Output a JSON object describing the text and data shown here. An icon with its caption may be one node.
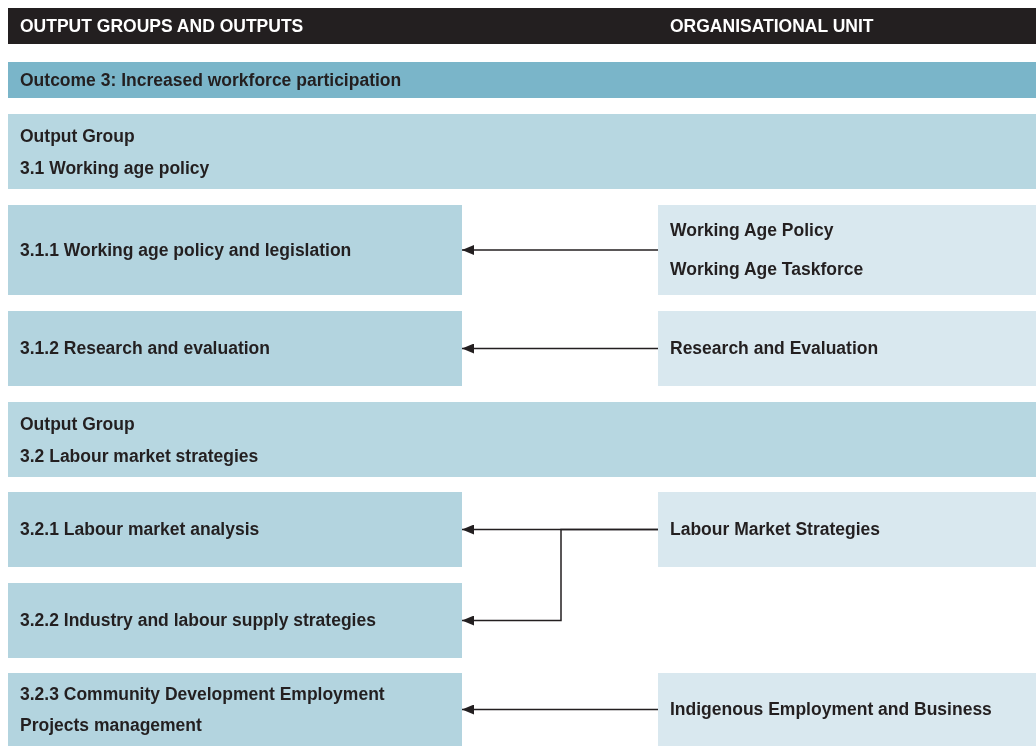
{
  "diagram": {
    "nodes": [
      {
        "text": [
          "Outcome 3: Increased workforce participation"
        ]
      },
      {
        "text": [
          "Output Group",
          "3.1 Working age policy"
        ]
      },
      {
        "text": [
          "3.1.1 Working age policy and legislation"
        ]
      },
      {
        "text": [
          "Working Age Policy",
          "Working Age Taskforce"
        ]
      },
      {
        "text": [
          "3.1.2 Research and evaluation"
        ]
      },
      {
        "text": [
          "Research and Evaluation"
        ]
      },
      {
        "text": [
          "Output Group",
          "3.2 Labour market strategies"
        ]
      },
      {
        "text": [
          "3.2.1 Labour market analysis"
        ]
      },
      {
        "text": [
          "3.2.2 Industry and labour supply strategies"
        ]
      },
      {
        "text": [
          "Labour Market Strategies"
        ]
      },
      {
        "text": [
          "3.2.3 Community Development Employment Projects management"
        ]
      },
      {
        "text": [
          "Indigenous Employment and Business"
        ]
      }
    ],
    "edges": [
      {
        "from": 3,
        "to": 2,
        "arrow": "to"
      },
      {
        "from": 5,
        "to": 4,
        "arrow": "to"
      },
      {
        "from": 9,
        "to": 7,
        "arrow": "to"
      },
      {
        "from": 9,
        "to": 8,
        "arrow": "to"
      },
      {
        "from": 11,
        "to": 10,
        "arrow": "to"
      }
    ],
    "labels": [
      "OUTPUT GROUPS AND OUTPUTS",
      "ORGANISATIONAL UNIT"
    ]
  }
}
